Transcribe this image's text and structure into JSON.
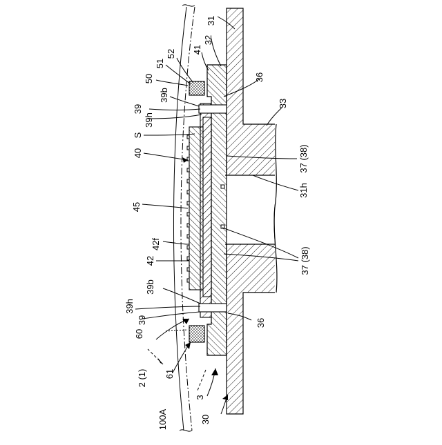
{
  "figure": {
    "labels": {
      "l31": "31",
      "l32": "32",
      "l41": "41",
      "l52": "52",
      "l51": "51",
      "l50": "50",
      "l39b_top": "39b",
      "l36_top": "36",
      "l39_top": "39",
      "l39h_top": "39h",
      "l33": "33",
      "lS": "S",
      "l40": "40",
      "l37_38_top": "37 (38)",
      "l31h": "31h",
      "l45": "45",
      "l42f": "42f",
      "l42": "42",
      "l37_38_bottom": "37 (38)",
      "l39b_bottom": "39b",
      "l39h_bottom": "39h",
      "l39_bottom": "39",
      "l36_bottom": "36",
      "l60": "60",
      "l2_1": "2 (1)",
      "l61": "61",
      "l3": "3",
      "l100A": "100A",
      "l30": "30"
    }
  }
}
